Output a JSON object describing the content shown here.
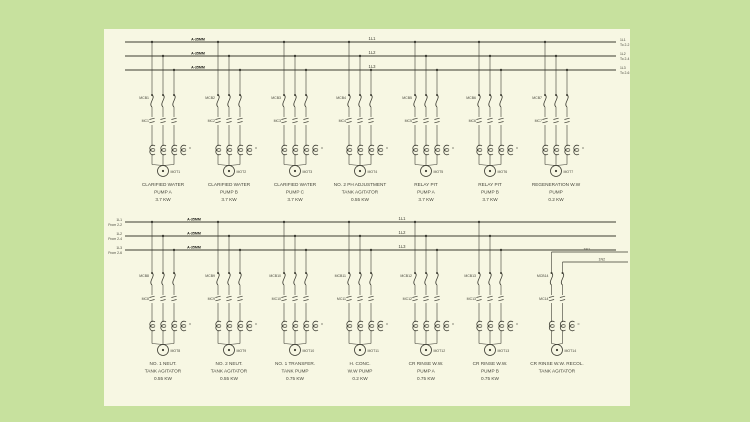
{
  "app": {
    "background_color": "#c7e19e",
    "paper_color": "#f7f7e3",
    "line_color": "#3c3c32",
    "text_color": "#45453a",
    "tag_color": "#1c1c16"
  },
  "buses": {
    "top": {
      "phase_labels": [
        "1L1",
        "1L2",
        "1L3"
      ],
      "cable_tags": [
        "A-35MM",
        "A-35MM",
        "A-35MM"
      ],
      "right_labels": [
        {
          "tag": "1L1",
          "dest": "To 2-2"
        },
        {
          "tag": "1L2",
          "dest": "To 2-4"
        },
        {
          "tag": "1L3",
          "dest": "To 2-6"
        }
      ]
    },
    "bottom": {
      "phase_labels": [
        "1L1",
        "1L2",
        "1L3"
      ],
      "cable_tags": [
        "A-35MM",
        "A-35MM",
        "A-35MM"
      ],
      "left_labels": [
        {
          "tag": "1L1",
          "src": "From 2-2"
        },
        {
          "tag": "1L2",
          "src": "From 2-4"
        },
        {
          "tag": "1L3",
          "src": "From 2-6"
        }
      ]
    }
  },
  "feeder_lines": {
    "labels": [
      "1N1",
      "1N2"
    ]
  },
  "top_feeders": [
    {
      "breaker": "MCB1",
      "contactor": "MC1",
      "motor": "MOT1",
      "name": [
        "CLARIFIED WATER",
        "PUMP A"
      ],
      "rating": "3.7 KW"
    },
    {
      "breaker": "MCB2",
      "contactor": "MC2",
      "motor": "MOT2",
      "name": [
        "CLARIFIED WATER",
        "PUMP B"
      ],
      "rating": "3.7 KW"
    },
    {
      "breaker": "MCB3",
      "contactor": "MC3",
      "motor": "MOT3",
      "name": [
        "CLARIFIED WATER",
        "PUMP C"
      ],
      "rating": "3.7 KW"
    },
    {
      "breaker": "MCB4",
      "contactor": "MC4",
      "motor": "MOT4",
      "name": [
        "NO. 2 PH ADJUSTMENT",
        "TANK AGITATOR"
      ],
      "rating": "0.55 KW"
    },
    {
      "breaker": "MCB5",
      "contactor": "MC5",
      "motor": "MOT5",
      "name": [
        "RELAY PIT",
        "PUMP A"
      ],
      "rating": "3.7 KW"
    },
    {
      "breaker": "MCB6",
      "contactor": "MC6",
      "motor": "MOT6",
      "name": [
        "RELAY PIT",
        "PUMP B"
      ],
      "rating": "3.7 KW"
    },
    {
      "breaker": "MCB7",
      "contactor": "MC7",
      "motor": "MOT7",
      "name": [
        "REGENERATION W.W",
        "PUMP"
      ],
      "rating": "0.2 KW"
    }
  ],
  "bottom_feeders": [
    {
      "breaker": "MCB8",
      "contactor": "MC8",
      "motor": "MOT8",
      "name": [
        "NO. 1 NEUT.",
        "TANK AGITATOR"
      ],
      "rating": "0.55 KW"
    },
    {
      "breaker": "MCB9",
      "contactor": "MC9",
      "motor": "MOT9",
      "name": [
        "NO. 2 NEUT.",
        "TANK AGITATOR"
      ],
      "rating": "0.55 KW"
    },
    {
      "breaker": "MCB10",
      "contactor": "MC10",
      "motor": "MOT10",
      "name": [
        "NO. 1 TRANSFER.",
        "TANK PUMP"
      ],
      "rating": "0.75 KW"
    },
    {
      "breaker": "MCB11",
      "contactor": "MC11",
      "motor": "MOT11",
      "name": [
        "H. CONC.",
        "W.W PUMP"
      ],
      "rating": "0.2 KW"
    },
    {
      "breaker": "MCB12",
      "contactor": "MC12",
      "motor": "MOT12",
      "name": [
        "CR RINSE W.W.",
        "PUMP A"
      ],
      "rating": "0.75 KW"
    },
    {
      "breaker": "MCB13",
      "contactor": "MC13",
      "motor": "MOT13",
      "name": [
        "CR RINSE W.W.",
        "PUMP B"
      ],
      "rating": "0.75 KW"
    },
    {
      "breaker": "MCB14",
      "contactor": "MC14",
      "motor": "MOT14",
      "name": [
        "CR RINSE W.W. RECOL.",
        "TANK AGITATOR"
      ],
      "rating": "",
      "two_wire": true,
      "fed_from_right": true
    }
  ]
}
